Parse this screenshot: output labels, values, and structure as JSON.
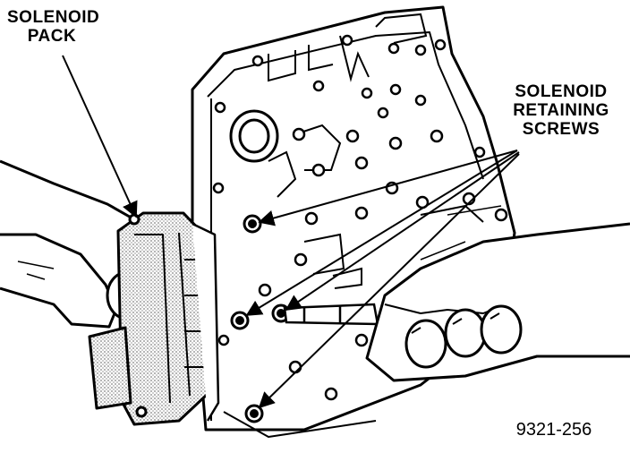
{
  "labels": {
    "solenoid_pack": [
      "SOLENOID",
      "PACK"
    ],
    "retaining_screws": [
      "SOLENOID",
      "RETAINING",
      "SCREWS"
    ],
    "figure_code": "9321-256"
  },
  "colors": {
    "ink": "#000000",
    "paper": "#ffffff",
    "shade": "#e6e6e6"
  }
}
